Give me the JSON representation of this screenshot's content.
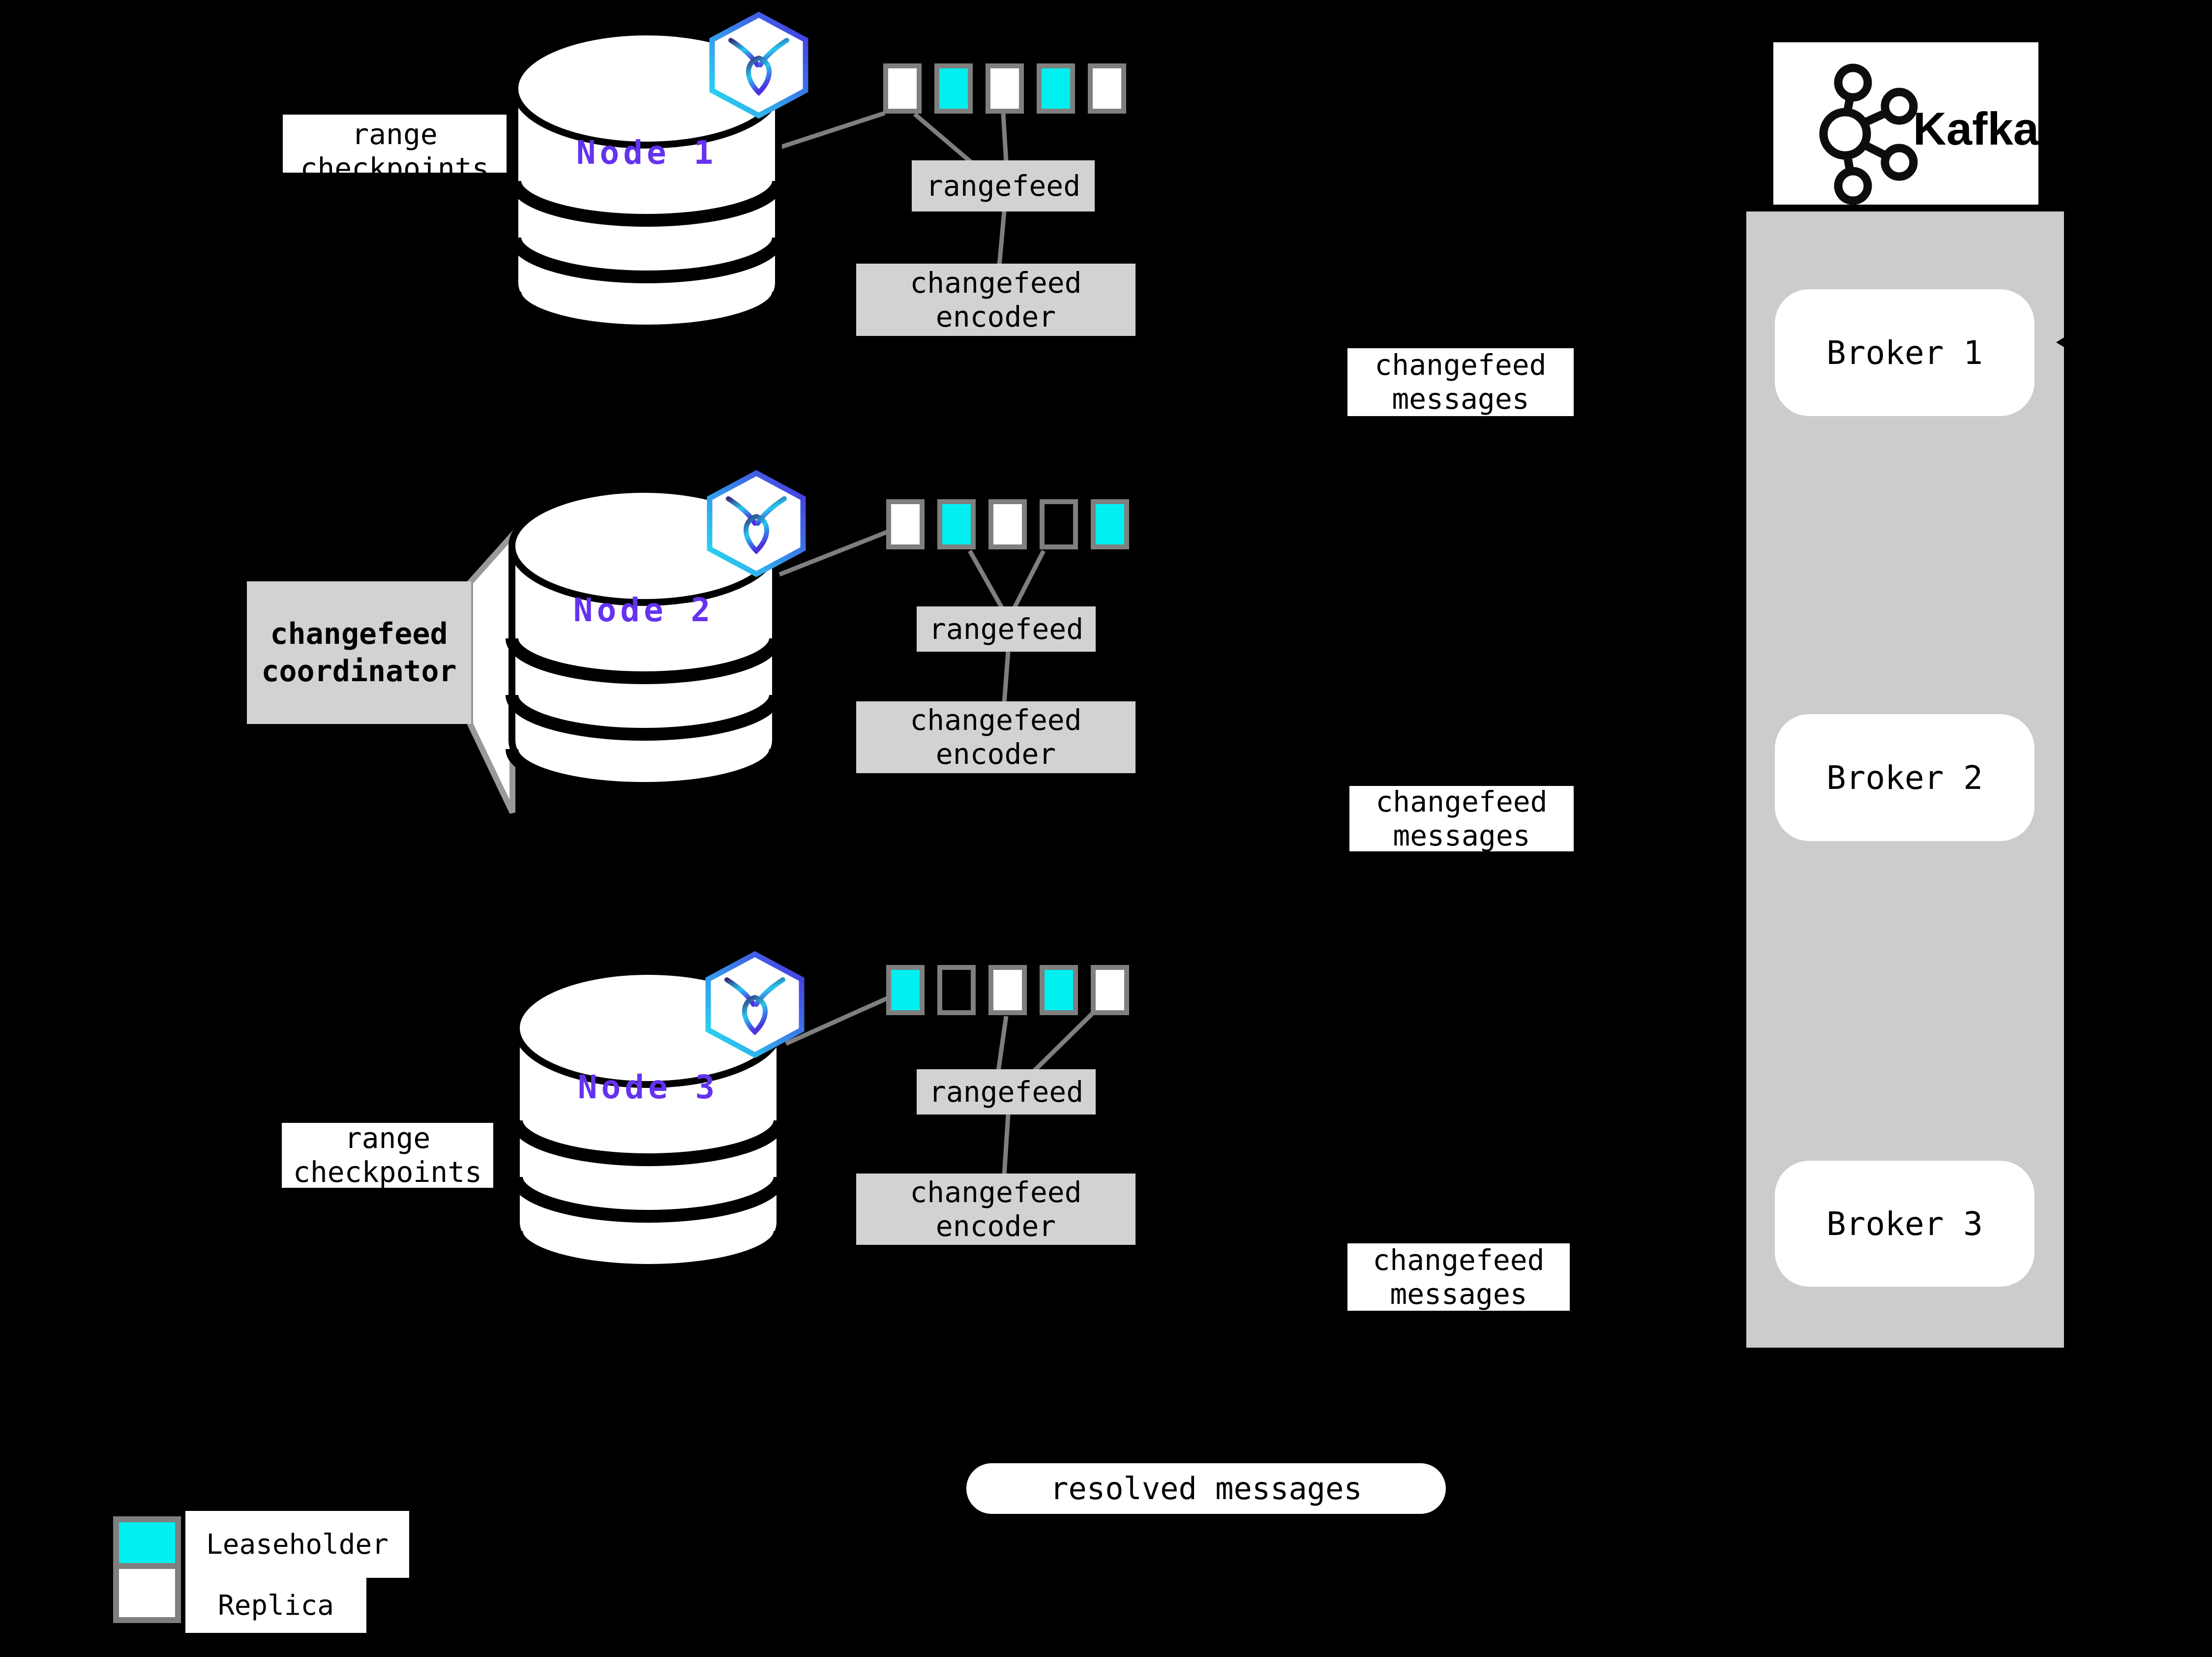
{
  "annotations": {
    "range_checkpoints_top": "range checkpoints",
    "range_checkpoints_bottom": "range checkpoints",
    "coordinator": "changefeed coordinator",
    "resolved_messages": "resolved messages"
  },
  "nodes": [
    {
      "name": "Node 1",
      "rangefeed": "rangefeed",
      "encoder": "changefeed encoder",
      "messages": "changefeed messages",
      "ranges": [
        "replica",
        "leaseholder",
        "replica",
        "leaseholder",
        "replica"
      ]
    },
    {
      "name": "Node 2",
      "rangefeed": "rangefeed",
      "encoder": "changefeed encoder",
      "messages": "changefeed messages",
      "ranges": [
        "replica",
        "leaseholder",
        "replica",
        "empty",
        "leaseholder"
      ]
    },
    {
      "name": "Node 3",
      "rangefeed": "rangefeed",
      "encoder": "changefeed encoder",
      "messages": "changefeed messages",
      "ranges": [
        "leaseholder",
        "empty",
        "replica",
        "leaseholder",
        "replica"
      ]
    }
  ],
  "kafka": {
    "logo_label": "Kafka",
    "brokers": [
      {
        "label": "Broker 1"
      },
      {
        "label": "Broker 2"
      },
      {
        "label": "Broker 3"
      }
    ]
  },
  "legend": {
    "items": [
      {
        "label": "Leaseholder",
        "type": "leaseholder"
      },
      {
        "label": "Replica",
        "type": "replica"
      }
    ]
  },
  "colors": {
    "leaseholder_cyan": "#00efef",
    "replica_white": "#ffffff",
    "node_label_purple": "#6433f0",
    "box_gray": "#d2d2d2",
    "container_gray": "#cccccc",
    "border_gray": "#7f7f7f",
    "background": "#000000"
  }
}
